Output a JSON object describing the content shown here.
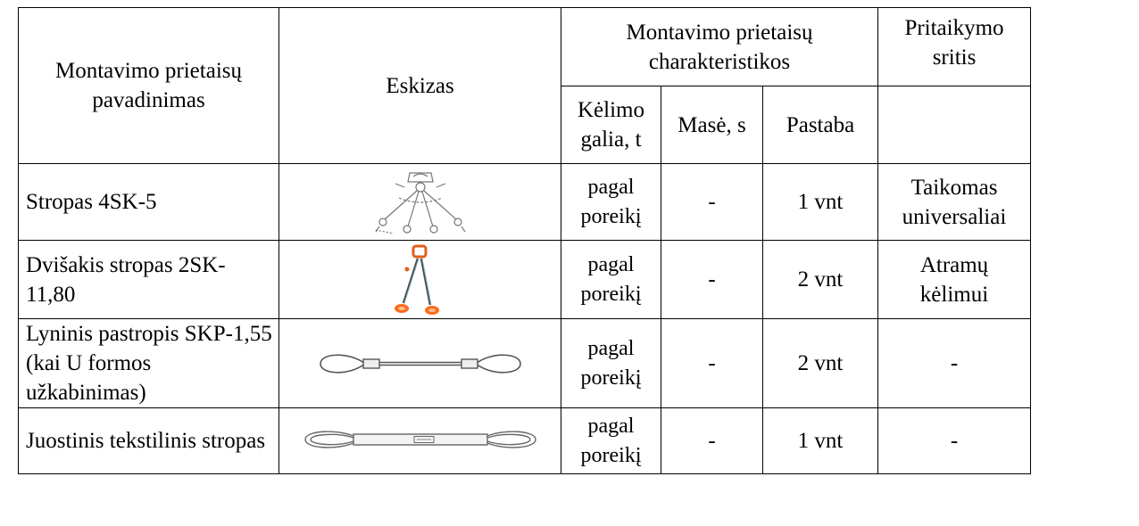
{
  "table": {
    "headers": {
      "name": "Montavimo prietaisų pavadinimas",
      "sketch": "Eskizas",
      "characteristics": "Montavimo prietaisų charakteristikos",
      "application": "Pritaikymo sritis",
      "capacity": "Kėlimo galia, t",
      "mass": "Masė, s",
      "note": "Pastaba"
    },
    "rows": [
      {
        "name": "Stropas 4SK-5",
        "sketch_icon": "four-leg-sling-drawing",
        "capacity": "pagal poreikį",
        "mass": "-",
        "note": "1 vnt",
        "application": "Taikomas universaliai"
      },
      {
        "name": "Dvišakis stropas 2SK-11,80",
        "sketch_icon": "two-leg-chain-sling-photo",
        "capacity": "pagal poreikį",
        "mass": "-",
        "note": "2 vnt",
        "application": "Atramų kėlimui"
      },
      {
        "name": "Lyninis pastropis SKP-1,55 (kai U formos užkabinimas)",
        "sketch_icon": "wire-rope-sling-drawing",
        "capacity": "pagal poreikį",
        "mass": "-",
        "note": "2 vnt",
        "application": "-"
      },
      {
        "name": "Juostinis tekstilinis stropas",
        "sketch_icon": "textile-belt-sling-drawing",
        "capacity": "pagal poreikį",
        "mass": "-",
        "note": "1 vnt",
        "application": "-"
      }
    ]
  }
}
